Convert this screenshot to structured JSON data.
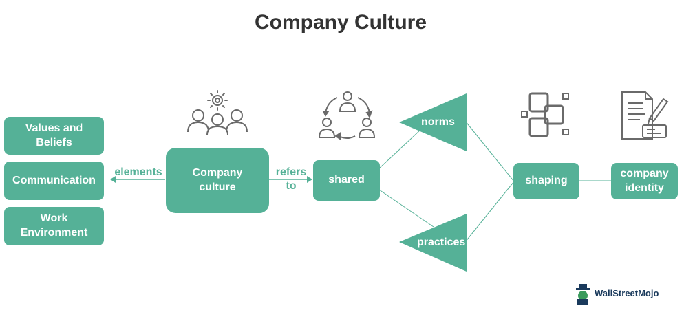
{
  "title": "Company Culture",
  "colors": {
    "accent": "#55b197",
    "icon_stroke": "#6a6a6a",
    "title": "#333333"
  },
  "elements": {
    "values_beliefs": "Values and\nBeliefs",
    "communication": "Communication",
    "work_environment": "Work\nEnvironment"
  },
  "center": "Company\nculture",
  "edges": {
    "elements": "elements",
    "refers_to": "refers\nto"
  },
  "shared": "shared",
  "norms": "norms",
  "practices": "practices",
  "shaping": "shaping",
  "identity": "company\nidentity",
  "icons": [
    "team-gear-icon",
    "cycle-people-icon",
    "interlocked-squares-icon",
    "document-pen-icon"
  ],
  "logo": "WallStreetMojo"
}
